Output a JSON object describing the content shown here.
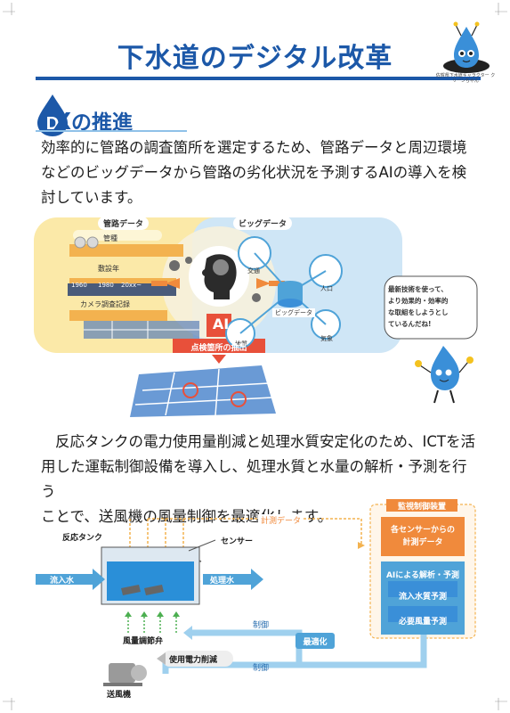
{
  "title": "下水道のデジタル改革",
  "mascot_caption": "佐賀県下水道キャラクター クリーンちゃん",
  "section": {
    "dx_letters": "DX",
    "heading": "の推進"
  },
  "paragraph1": [
    "効率的に管路の調査箇所を選定するため、管路データと周辺環境",
    "などのビッグデータから管路の劣化状況を予測するAIの導入を検",
    "討しています。"
  ],
  "diagram1": {
    "pipe_data_label": "管路データ",
    "big_data_label": "ビッグデータ",
    "pipe_items": [
      "管種",
      "敷設年",
      "カメラ調査記録"
    ],
    "years": [
      "1960",
      "1980",
      "20xx~"
    ],
    "big_items": [
      "交通",
      "人口",
      "地質",
      "気象"
    ],
    "center_label": "ビッグデータ",
    "ai_label": "AI",
    "inspection_label": "点検箇所の抽出",
    "speech": [
      "最新技術を使って、",
      "より効果的・効率的",
      "な取組をしようとし",
      "ているんだね!"
    ]
  },
  "paragraph2": [
    "反応タンクの電力使用量削減と処理水質安定化のため、ICTを活",
    "用した運転制御設備を導入し、処理水質と水量の解析・予測を行う",
    "ことで、送風機の風量制御を最適化します。"
  ],
  "diagram2": {
    "measure_data": "計測データ",
    "tank_label": "反応タンク",
    "sensor_label": "センサー",
    "inflow": "流入水",
    "outflow": "処理水",
    "valve": "風量調節弁",
    "blower": "送風機",
    "power_reduction": "使用電力削減",
    "control_top": "制御",
    "control_bottom": "制御",
    "optimize": "最適化",
    "monitor_title": "監視制御装置",
    "sensor_data": [
      "各センサーからの",
      "計測データ"
    ],
    "ai_analysis": "AIによる解析・予測",
    "predict_water": "流入水質予測",
    "predict_air": "必要風量予測"
  },
  "colors": {
    "brand_blue": "#1c58a8",
    "orange": "#f08a3c",
    "light_blue": "#4fa3d8",
    "yellow_bg": "#fbe9a8"
  }
}
